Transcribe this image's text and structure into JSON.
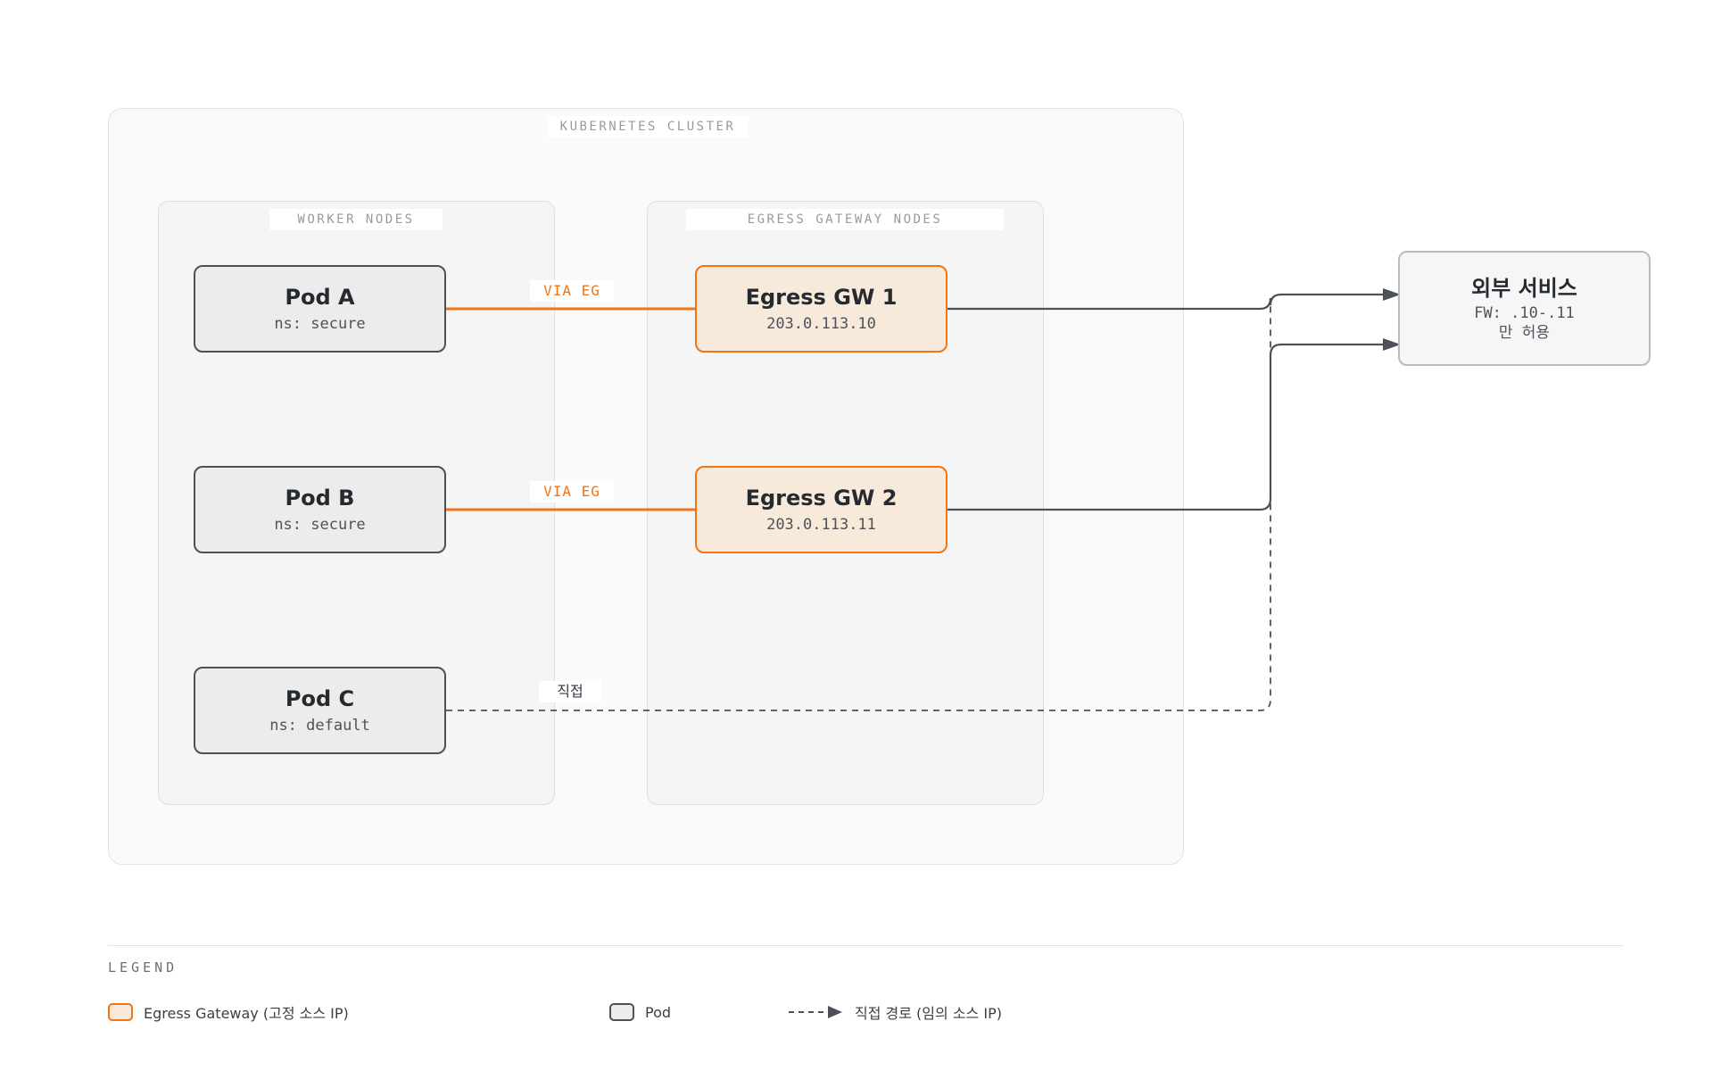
{
  "cluster": {
    "label": "KUBERNETES CLUSTER"
  },
  "groups": {
    "workers": {
      "label": "WORKER NODES"
    },
    "gateways": {
      "label": "EGRESS GATEWAY NODES"
    }
  },
  "nodes": {
    "pod_a": {
      "title": "Pod A",
      "sub": "ns: secure"
    },
    "pod_b": {
      "title": "Pod B",
      "sub": "ns: secure"
    },
    "pod_c": {
      "title": "Pod C",
      "sub": "ns: default"
    },
    "gw1": {
      "title": "Egress GW 1",
      "sub": "203.0.113.10"
    },
    "gw2": {
      "title": "Egress GW 2",
      "sub": "203.0.113.11"
    },
    "ext": {
      "title": "외부 서비스",
      "sub_line1": "FW: .10-.11",
      "sub_line2": "만 허용"
    }
  },
  "edges": {
    "a_gw1": {
      "label": "VIA EG"
    },
    "b_gw2": {
      "label": "VIA EG"
    },
    "c_ext": {
      "label": "직접"
    }
  },
  "legend": {
    "title": "LEGEND",
    "items": [
      {
        "label": "Egress Gateway (고정 소스 IP)"
      },
      {
        "label": "Pod"
      },
      {
        "label": "직접 경로 (임의 소스 IP)"
      }
    ]
  },
  "colors": {
    "accent": "#f07418",
    "pod_border": "#4c5158",
    "line": "#4c5158"
  }
}
